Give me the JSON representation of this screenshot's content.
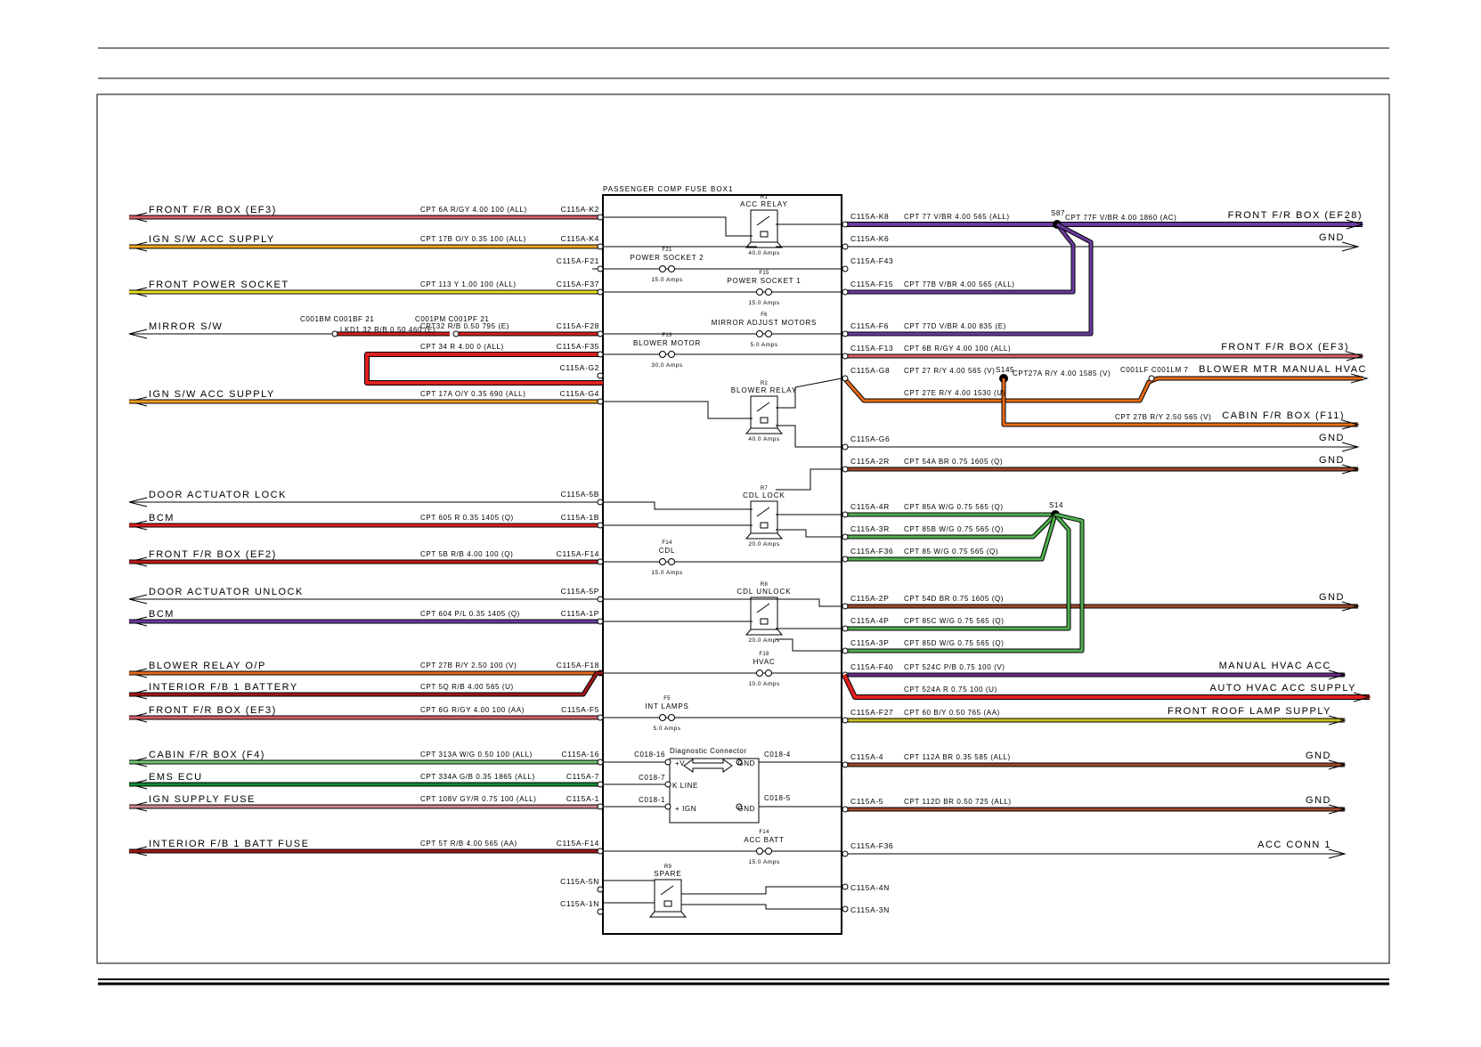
{
  "fusebox": {
    "title": "PASSENGER COMP FUSE BOX1",
    "relays": [
      {
        "id": "R1",
        "name": "ACC RELAY",
        "rating": "40.0 Amps"
      },
      {
        "id": "R2",
        "name": "BLOWER RELAY",
        "rating": "40.0 Amps"
      },
      {
        "id": "R7",
        "name": "CDL LOCK",
        "rating": "20.0 Amps"
      },
      {
        "id": "R8",
        "name": "CDL UNLOCK",
        "rating": "20.0 Amps"
      },
      {
        "id": "R9",
        "name": "SPARE",
        "rating": ""
      }
    ],
    "fuses": [
      {
        "id": "F21",
        "name": "POWER SOCKET 2",
        "rating": "15.0 Amps"
      },
      {
        "id": "F15",
        "name": "POWER SOCKET 1",
        "rating": "15.0 Amps"
      },
      {
        "id": "F6",
        "name": "MIRROR ADJUST MOTORS",
        "rating": "5.0 Amps"
      },
      {
        "id": "F13",
        "name": "BLOWER MOTOR",
        "rating": "30.0 Amps"
      },
      {
        "id": "F14",
        "name": "CDL",
        "rating": "15.0 Amps"
      },
      {
        "id": "F18",
        "name": "HVAC",
        "rating": "10.0 Amps"
      },
      {
        "id": "F5",
        "name": "INT LAMPS",
        "rating": "5.0 Amps"
      },
      {
        "id": "F14",
        "name": "ACC BATT",
        "rating": "15.0 Amps"
      }
    ],
    "diag": {
      "title": "Diagnostic Connector",
      "v": "+V",
      "kline": "K LINE",
      "ign": "+ IGN",
      "gnd1": "GND",
      "gnd2": "GND"
    },
    "r9_pins": {
      "p1": "C115A-5N",
      "p2": "C115A-1N",
      "p3": "C115A-4N",
      "p4": "C115A-3N"
    }
  },
  "left": [
    {
      "label": "FRONT F/R BOX (EF3)",
      "code": "CPT 6A R/GY 4.00 100 (ALL)",
      "pin": "C115A-K2",
      "color": "#d9606a"
    },
    {
      "label": "IGN S/W ACC SUPPLY",
      "code": "CPT 17B O/Y 0.35 100 (ALL)",
      "pin": "C115A-K4",
      "color": "#f0a020"
    },
    {
      "label": "",
      "code": "",
      "pin": "C115A-F21",
      "color": ""
    },
    {
      "label": "FRONT POWER SOCKET",
      "code": "CPT 113 Y 1.00 100 (ALL)",
      "pin": "C115A-F37",
      "color": "#e8e020"
    },
    {
      "label": "MIRROR S/W",
      "code": "CPT32 R/B 0.50 795 (E)",
      "pin": "C115A-F28",
      "color": "#d42020"
    },
    {
      "label": "",
      "code": "CPT 34 R 4.00 0 (ALL)",
      "pin": "C115A-F35",
      "color": "#e02020"
    },
    {
      "label": "",
      "code": "",
      "pin": "C115A-G2",
      "color": ""
    },
    {
      "label": "IGN S/W ACC SUPPLY",
      "code": "CPT 17A O/Y 0.35 690 (ALL)",
      "pin": "C115A-G4",
      "color": "#f0a020"
    },
    {
      "label": "DOOR ACTUATOR LOCK",
      "code": "",
      "pin": "C115A-5B",
      "color": "#000000"
    },
    {
      "label": "BCM",
      "code": "CPT 605 R 0.35 1405 (Q)",
      "pin": "C115A-1B",
      "color": "#e02020"
    },
    {
      "label": "FRONT F/R BOX (EF2)",
      "code": "CPT 5B R/B 4.00 100 (Q)",
      "pin": "C115A-F14",
      "color": "#c01818"
    },
    {
      "label": "DOOR ACTUATOR UNLOCK",
      "code": "",
      "pin": "C115A-5P",
      "color": "#000000"
    },
    {
      "label": "BCM",
      "code": "CPT 604 P/L 0.35 1405 (Q)",
      "pin": "C115A-1P",
      "color": "#6a3aa0"
    },
    {
      "label": "BLOWER RELAY O/P",
      "code": "CPT 27B R/Y 2.50 100 (V)",
      "pin": "C115A-F18",
      "color": "#e86a18"
    },
    {
      "label": "INTERIOR F/B 1 BATTERY",
      "code": "CPT 5Q R/B 4.00 565 (U)",
      "pin": "",
      "color": "#a01818"
    },
    {
      "label": "FRONT F/R BOX (EF3)",
      "code": "CPT 6G R/GY 4.00 100 (AA)",
      "pin": "C115A-F5",
      "color": "#d9606a"
    },
    {
      "label": "CABIN F/R BOX (F4)",
      "code": "CPT 313A W/G 0.50 100 (ALL)",
      "pin": "C115A-16",
      "color": "#70c870"
    },
    {
      "label": "EMS ECU",
      "code": "CPT 334A G/B 0.35 1865 (ALL)",
      "pin": "C115A-7",
      "color": "#108a30"
    },
    {
      "label": "IGN SUPPLY FUSE",
      "code": "CPT 108V GY/R 0.75 100 (ALL)",
      "pin": "C115A-1",
      "color": "#d08890"
    },
    {
      "label": "INTERIOR F/B 1 BATT FUSE",
      "code": "CPT 5T R/B 4.00 565 (AA)",
      "pin": "C115A-F14",
      "color": "#a01818"
    }
  ],
  "mirror_extra": {
    "c1": "C001BM C001BF 21",
    "c2": "C001PM C001PF 21",
    "code1": "LKD1 32 R/B 0.50 460 (E)"
  },
  "diag_pins": {
    "a": "C018-16",
    "b": "C018-7",
    "c": "C018-1",
    "d": "C018-4",
    "e": "C018-5"
  },
  "right": [
    {
      "pin": "C115A-K8",
      "code": "CPT   77 V/BR 4.00 565 (ALL)",
      "label": "FRONT F/R BOX (EF28)",
      "color": "#6a3aa0"
    },
    {
      "pin": "C115A-K6",
      "code": "",
      "label": "GND",
      "color": "#000000"
    },
    {
      "pin": "C115A-F43",
      "code": "",
      "label": "",
      "color": ""
    },
    {
      "pin": "C115A-F15",
      "code": "CPT   77B V/BR 4.00 565 (ALL)",
      "label": "",
      "color": "#6a3aa0"
    },
    {
      "pin": "C115A-F6",
      "code": "CPT   77D V/BR 4.00 835 (E)",
      "label": "",
      "color": "#6a3aa0"
    },
    {
      "pin": "C115A-F13",
      "code": "CPT   6B R/GY 4.00 100 (ALL)",
      "label": "FRONT F/R BOX (EF3)",
      "color": "#d9606a"
    },
    {
      "pin": "C115A-G8",
      "code": "CPT  27 R/Y 4.00 565 (V)",
      "label": "BLOWER MTR MANUAL HVAC",
      "color": "#e86a18"
    },
    {
      "pin": "",
      "code": "CPT   27E R/Y 4.00 1530 (U)",
      "label": "",
      "color": "#e86a18"
    },
    {
      "pin": "",
      "code": "CPT 27B R/Y 2.50 565 (V)",
      "label": "CABIN F/R BOX (F11)",
      "color": "#e86a18"
    },
    {
      "pin": "C115A-G6",
      "code": "",
      "label": "GND",
      "color": "#000000"
    },
    {
      "pin": "C115A-2R",
      "code": "CPT   54A BR 0.75 1605 (Q)",
      "label": "GND",
      "color": "#a0482a"
    },
    {
      "pin": "C115A-4R",
      "code": "CPT   85A W/G 0.75 565 (Q)",
      "label": "",
      "color": "#50b050"
    },
    {
      "pin": "C115A-3R",
      "code": "CPT   85B W/G 0.75 565 (Q)",
      "label": "",
      "color": "#50b050"
    },
    {
      "pin": "C115A-F36",
      "code": "CPT   85 W/G 0.75 565 (Q)",
      "label": "",
      "color": "#50b050"
    },
    {
      "pin": "C115A-2P",
      "code": "CPT   54D BR 0.75 1605 (Q)",
      "label": "GND",
      "color": "#a0482a"
    },
    {
      "pin": "C115A-4P",
      "code": "CPT   85C W/G 0.75 565 (Q)",
      "label": "",
      "color": "#50b050"
    },
    {
      "pin": "C115A-3P",
      "code": "CPT   85D W/G 0.75 565 (Q)",
      "label": "",
      "color": "#50b050"
    },
    {
      "pin": "C115A-F40",
      "code": "CPT   524C P/B 0.75 100 (V)",
      "label": "MANUAL HVAC ACC",
      "color": "#6a2a8a"
    },
    {
      "pin": "",
      "code": "CPT   524A R 0.75 100 (U)",
      "label": "AUTO HVAC ACC SUPPLY",
      "color": "#e02020"
    },
    {
      "pin": "C115A-F27",
      "code": "CPT   60 B/Y 0.50 765 (AA)",
      "label": "FRONT ROOF LAMP SUPPLY",
      "color": "#c8c020"
    },
    {
      "pin": "C115A-4",
      "code": "CPT   112A BR 0.35 585 (ALL)",
      "label": "GND",
      "color": "#a0482a"
    },
    {
      "pin": "C115A-5",
      "code": "CPT   112D BR 0.50 725 (ALL)",
      "label": "GND",
      "color": "#a0482a"
    },
    {
      "pin": "C115A-F36",
      "code": "",
      "label": "ACC CONN 1",
      "color": "#000000"
    }
  ],
  "splices": {
    "s87": {
      "name": "S87",
      "code": "CPT 77F V/BR 4.00 1860 (AC)"
    },
    "s145": {
      "name": "S145",
      "code": "CPT27A R/Y 4.00 1585 (V)",
      "conn": "C001LF C001LM 7"
    },
    "s14": {
      "name": "S14"
    }
  }
}
